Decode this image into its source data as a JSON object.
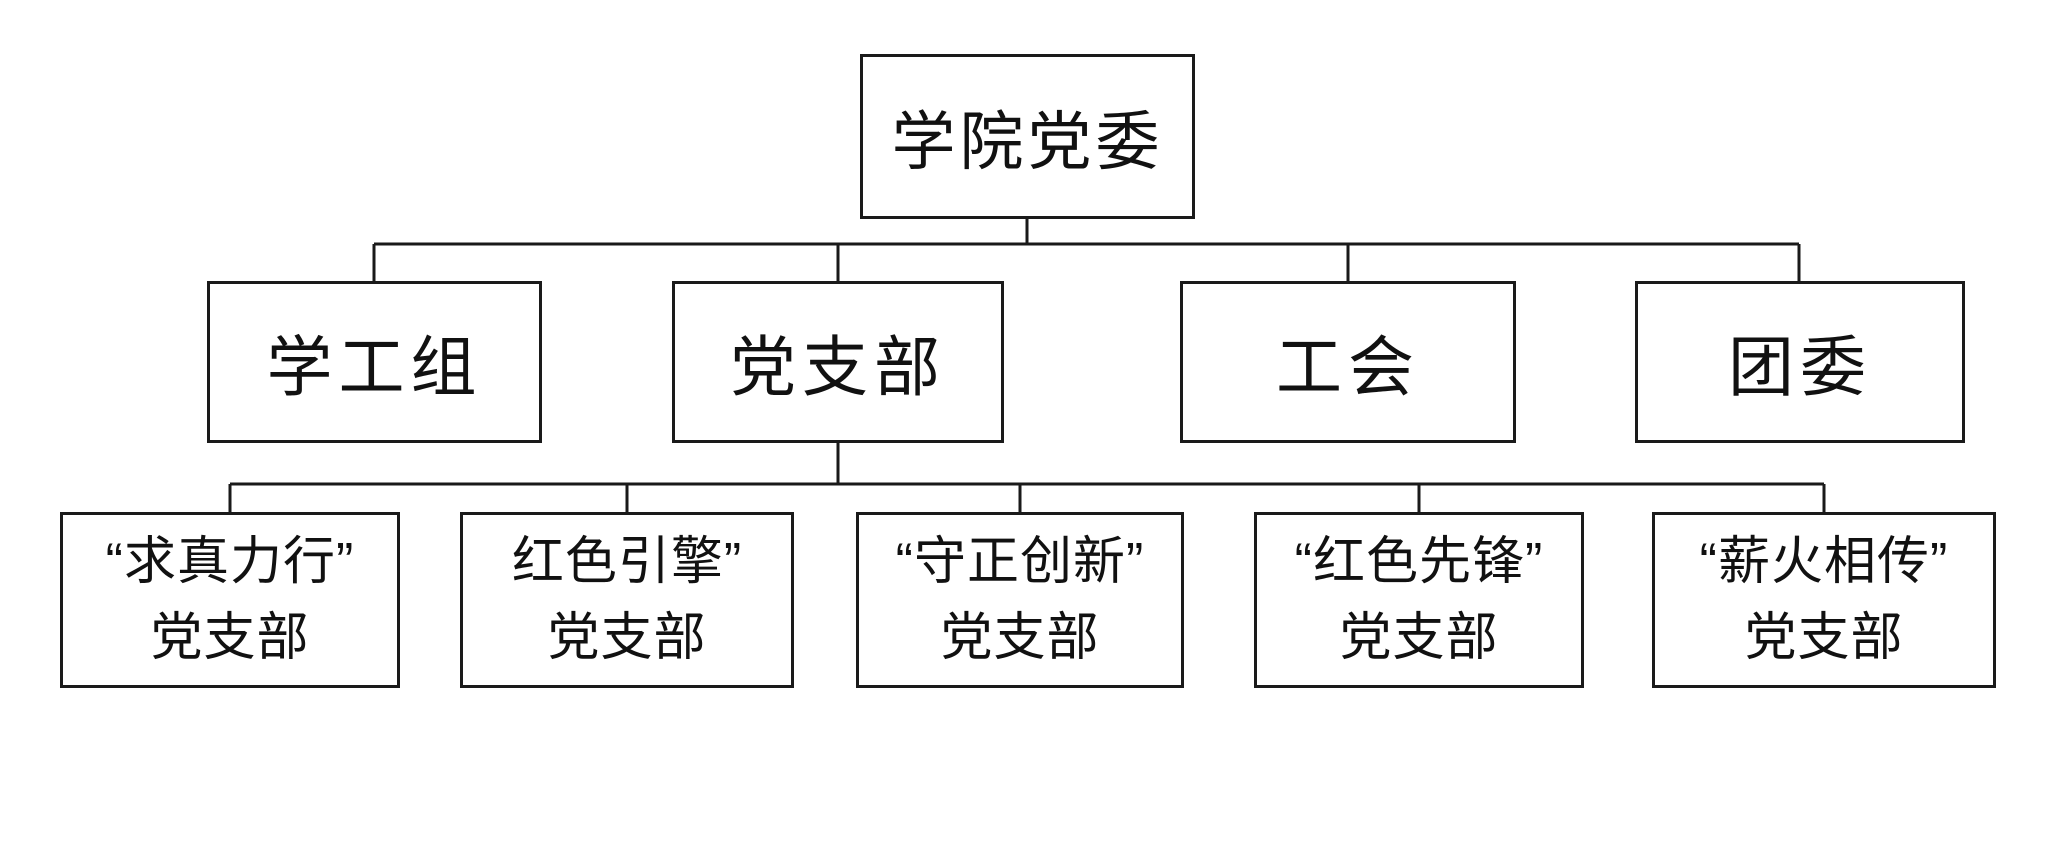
{
  "org": {
    "root": {
      "label": "学院党委"
    },
    "level2": [
      {
        "label": "学工组"
      },
      {
        "label": "党支部"
      },
      {
        "label": "工会"
      },
      {
        "label": "团委"
      }
    ],
    "level3_parent": "党支部",
    "level3": [
      {
        "line1": "“求真力行”",
        "line2": "党支部"
      },
      {
        "line1": "红色引擎”",
        "line2": "党支部"
      },
      {
        "line1": "“守正创新”",
        "line2": "党支部"
      },
      {
        "line1": "“红色先锋”",
        "line2": "党支部"
      },
      {
        "line1": "“薪火相传”",
        "line2": "党支部"
      }
    ],
    "colors": {
      "background": "#ffffff",
      "box_fill": "#ffffff",
      "box_border": "#1a1a1a",
      "connector_line": "#1a1a1a",
      "text": "#111111"
    }
  }
}
